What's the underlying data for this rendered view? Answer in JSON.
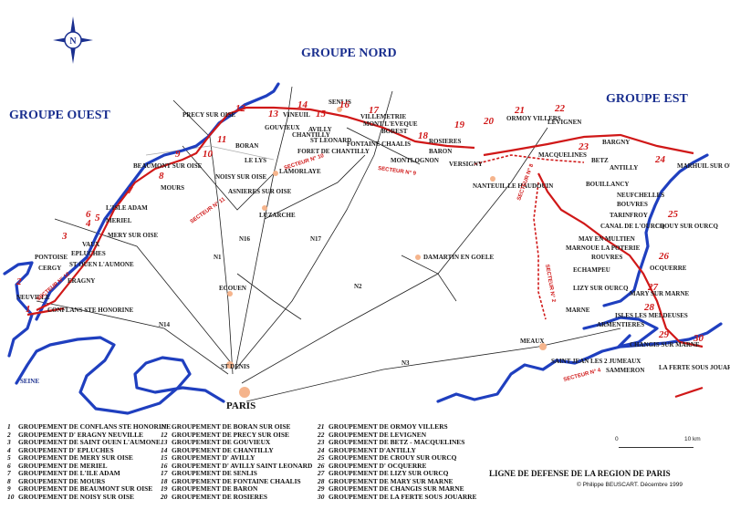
{
  "groups": {
    "nord": "GROUPE NORD",
    "ouest": "GROUPE OUEST",
    "est": "GROUPE EST"
  },
  "compass": {
    "letter": "N"
  },
  "towns": [
    "PRECY SUR OISE",
    "SENLIS",
    "GOUVIEUX",
    "CHANTILLY",
    "VINEUIL",
    "AVILLY",
    "ST LEONARD",
    "VILLEMETRIE",
    "MONT L'EVEQUE",
    "BOREST",
    "FONTAINE CHAALIS",
    "MONTLOGNON",
    "BARON",
    "ROSIERES",
    "VERSIGNY",
    "ORMOY VILLERS",
    "LEVIGNEN",
    "MACQUELINES",
    "BETZ",
    "BARGNY",
    "ANTILLY",
    "MARHUIL SUR OURCQ",
    "BOUILLANCY",
    "NEUFCHELLES",
    "BOUVRES",
    "TARINFROY",
    "CANAL DE L'OURCQ",
    "CROUY SUR OURCQ",
    "MAY EN MULTIEN",
    "MARNOUE LA POTERIE",
    "ROUVRES",
    "ECHAMPEU",
    "OCQUERRE",
    "LIZY SUR OURCQ",
    "MARY SUR MARNE",
    "ISLES LES MELDEUSES",
    "ARMENTIERES",
    "CHANGIS SUR MARNE",
    "SAINT JEAN LES 2 JUMEAUX",
    "SAMMERON",
    "LA FERTE SOUS JOUARRE",
    "MEAUX",
    "MARNE",
    "DAMARTIN EN GOELE",
    "NANTEUIL LE HAUDOUIN",
    "LUZARCHE",
    "LAMORLAYE",
    "FORET DE CHANTILLY",
    "BORAN",
    "LE LYS",
    "NOISY SUR OISE",
    "ASNIERES SUR OISE",
    "BEAUMONT SUR OISE",
    "MOURS",
    "L'ISLE ADAM",
    "MERIEL",
    "MERY SUR OISE",
    "VAUX",
    "EPLUCHES",
    "ST OUEN L'AUMONE",
    "PONTOISE",
    "CERGY",
    "ERAGNY",
    "NEUVILLE",
    "CONFLANS STE HONORINE",
    "ST DENIS",
    "PARIS",
    "ECOUEN",
    "SEINE"
  ],
  "roads": [
    "N1",
    "N16",
    "N17",
    "N2",
    "N3",
    "N14"
  ],
  "sectors": [
    "SECTEUR N° 10",
    "SECTEUR N° 9",
    "SECTEUR N° 11",
    "SECTEUR N° 12",
    "SECTEUR N° 8",
    "SECTEUR N° 2",
    "SECTEUR N° 4"
  ],
  "numbers": [
    "1",
    "2",
    "3",
    "4",
    "5",
    "6",
    "7",
    "8",
    "9",
    "10",
    "11",
    "12",
    "13",
    "14",
    "15",
    "16",
    "17",
    "18",
    "19",
    "20",
    "21",
    "22",
    "23",
    "24",
    "25",
    "26",
    "27",
    "28",
    "29",
    "30"
  ],
  "legend": {
    "col1": [
      "GROUPEMENT DE CONFLANS STE HONORINE",
      "GROUPEMENT D' ERAGNY NEUVILLE",
      "GROUPEMENT DE SAINT OUEN L'AUMONE",
      "GROUPEMENT D' EPLUCHES",
      "GROUPEMENT DE MERY SUR OISE",
      "GROUPEMENT DE MERIEL",
      "GROUPEMENT DE L'ILE ADAM",
      "GROUPEMENT DE MOURS",
      "GROUPEMENT DE BEAUMONT SUR OISE",
      "GROUPEMENT DE NOISY SUR OISE"
    ],
    "col2": [
      "GROUPEMENT DE BORAN SUR OISE",
      "GROUPEMENT DE PRECY SUR OISE",
      "GROUPEMENT DE GOUVIEUX",
      "GROUPEMENT DE CHANTILLY",
      "GROUPEMENT D' AVILLY",
      "GROUPEMENT D' AVILLY SAINT LEONARD",
      "GROUPEMENT DE SENLIS",
      "GROUPEMENT DE FONTAINE CHAALIS",
      "GROUPEMENT DE BARON",
      "GROUPEMENT DE ROSIERES"
    ],
    "col3": [
      "GROUPEMENT DE ORMOY VILLERS",
      "GROUPEMENT DE LEVIGNEN",
      "GROUPEMENT DE BETZ - MACQUELINES",
      "GROUPEMENT D'ANTILLY",
      "GROUPEMENT DE CROUY SUR OURCQ",
      "GROUPEMENT D' OCQUERRE",
      "GROUPEMENT DE LIZY SUR OURCQ",
      "GROUPEMENT DE MARY SUR MARNE",
      "GROUPEMENT DE CHANGIS SUR MARNE",
      "GROUPEMENT DE LA FERTE SOUS JOUARRE"
    ]
  },
  "scale": {
    "zero": "0",
    "ten": "10 km"
  },
  "title": "LIGNE DE DEFENSE DE LA REGION DE PARIS",
  "credit": "Philippe BEUSCART. Décembre 1999",
  "copyright": "©",
  "colors": {
    "river": "#1f3fbf",
    "line": "#d01818",
    "town": "#f5b48c",
    "group": "#1a2f8f"
  }
}
